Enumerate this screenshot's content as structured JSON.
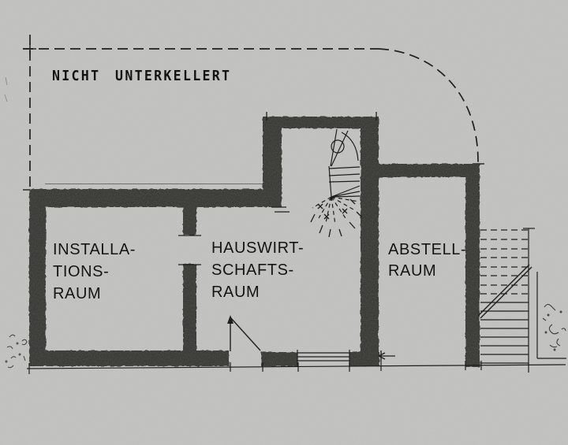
{
  "annotation": {
    "nicht_unterkellert": "NICHT UNTERKELLERT"
  },
  "rooms": [
    {
      "id": "installationsraum",
      "lines": [
        "INSTALLA-",
        "TIONS-",
        "RAUM"
      ]
    },
    {
      "id": "hauswirtschaftsraum",
      "lines": [
        "HAUSWIRT-",
        "SCHAFTS-",
        "RAUM"
      ]
    },
    {
      "id": "abstellraum",
      "lines": [
        "ABSTELL-",
        "RAUM"
      ]
    }
  ],
  "colors": {
    "paper": "#c6c7c4",
    "wall": "#2c2a28",
    "line": "#1c1b19"
  }
}
